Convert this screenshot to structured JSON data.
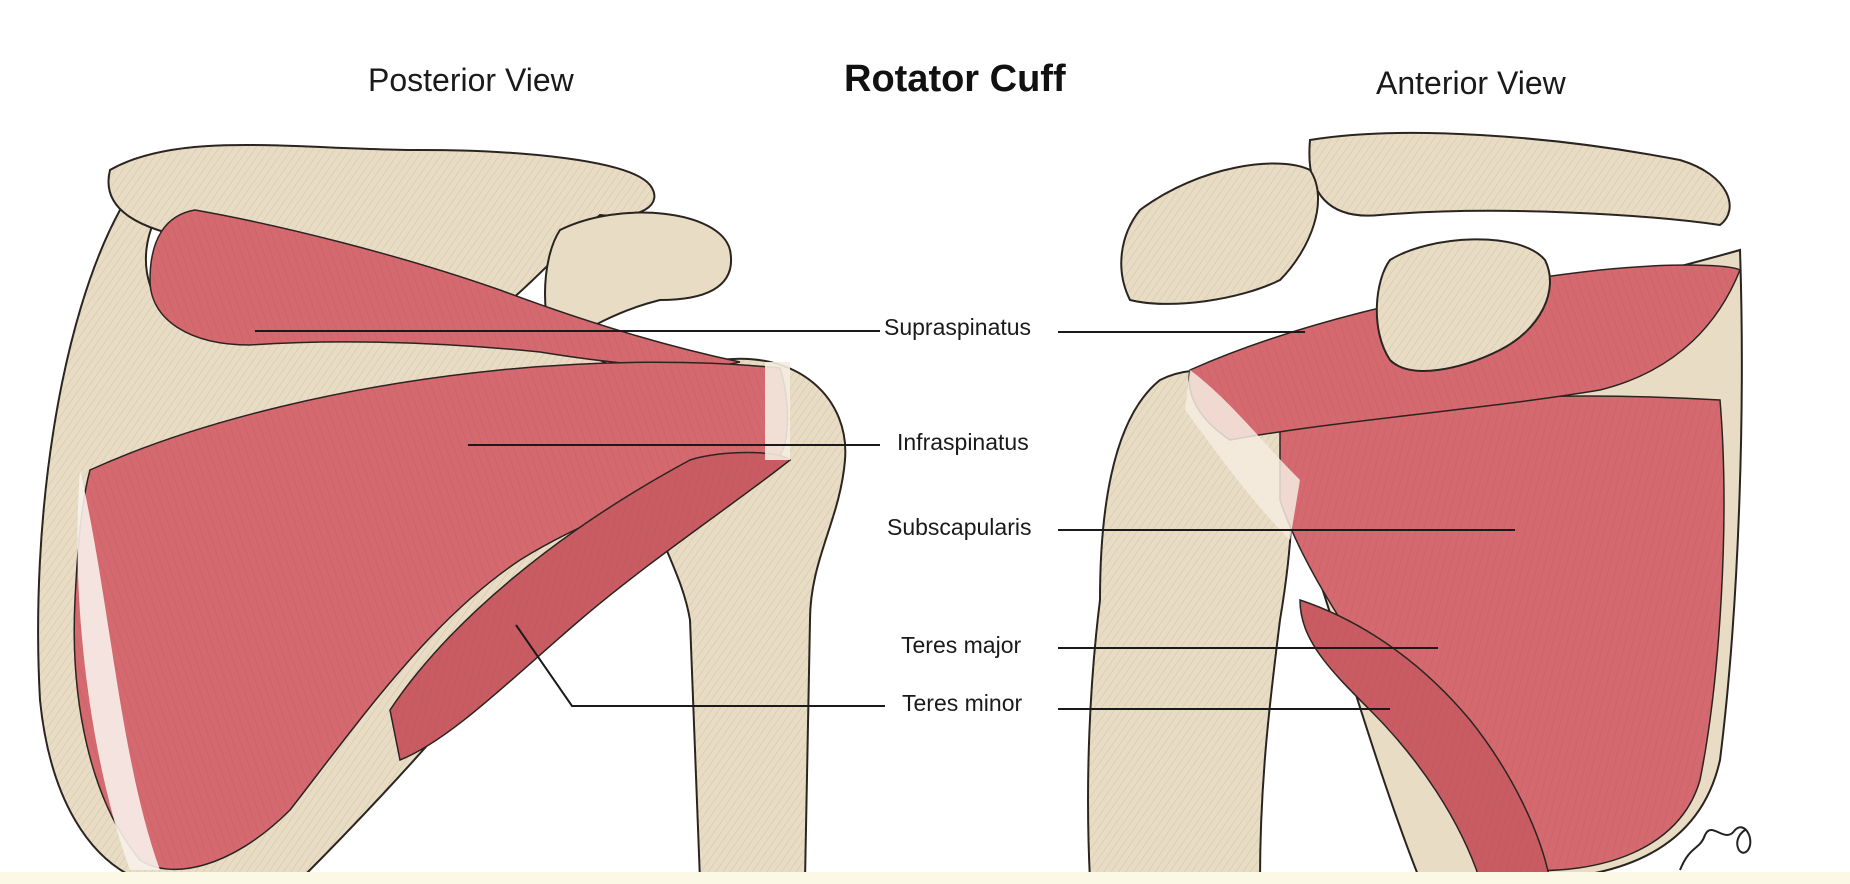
{
  "titles": {
    "main": "Rotator Cuff",
    "posterior": "Posterior View",
    "anterior": "Anterior View"
  },
  "labels": {
    "supraspinatus": "Supraspinatus",
    "infraspinatus": "Infraspinatus",
    "subscapularis": "Subscapularis",
    "teres_major": "Teres major",
    "teres_minor": "Teres minor"
  },
  "colors": {
    "bone": "#e8dcc4",
    "bone_shadow": "#b9a27e",
    "muscle": "#d46a70",
    "muscle_dark": "#b8525a",
    "outline": "#2a2420",
    "background": "#ffffff"
  }
}
